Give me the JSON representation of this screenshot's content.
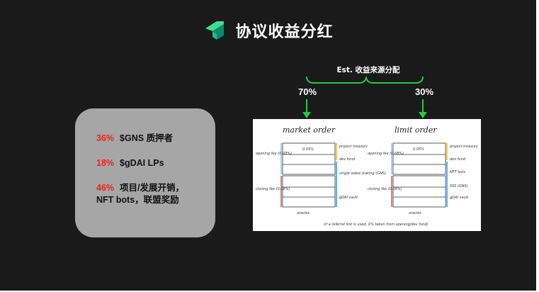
{
  "slide": {
    "title": "协议收益分红",
    "logo": "logo-icon"
  },
  "breakdown": {
    "items": [
      {
        "percent": "36%",
        "text": "$GNS 质押者"
      },
      {
        "percent": "18%",
        "text": "$gDAI LPs"
      },
      {
        "percent": "46%",
        "text": "项目/发展开销，\nNFT bots，联盟奖励"
      }
    ]
  },
  "estimate": {
    "label": "Est. 收益来源分配",
    "left_share": "70%",
    "right_share": "30%"
  },
  "whiteboard": {
    "left_heading": "market order",
    "right_heading": "limit order",
    "opening_fee": "opening fee (0.08%)",
    "closing_fee": "closing fee (0.08%)",
    "fee_split": "0.05%",
    "left_outputs": [
      "project treasury",
      "dev fund",
      "single sided staking (GNS)",
      "gDAI vault"
    ],
    "right_outputs": [
      "project treasury",
      "dev fund",
      "NFT bots",
      "SSS (GNS)",
      "gDAI vault"
    ],
    "footer_left": "oracles",
    "footer_right": "oracles",
    "footnote": "(if a referral link is used, X% taken from opening/dev fund)"
  },
  "colors": {
    "background": "#1a1a1a",
    "accent_green": "#27c93f",
    "highlight_red": "#e8231f",
    "panel_gray": "#a6a6a6"
  }
}
